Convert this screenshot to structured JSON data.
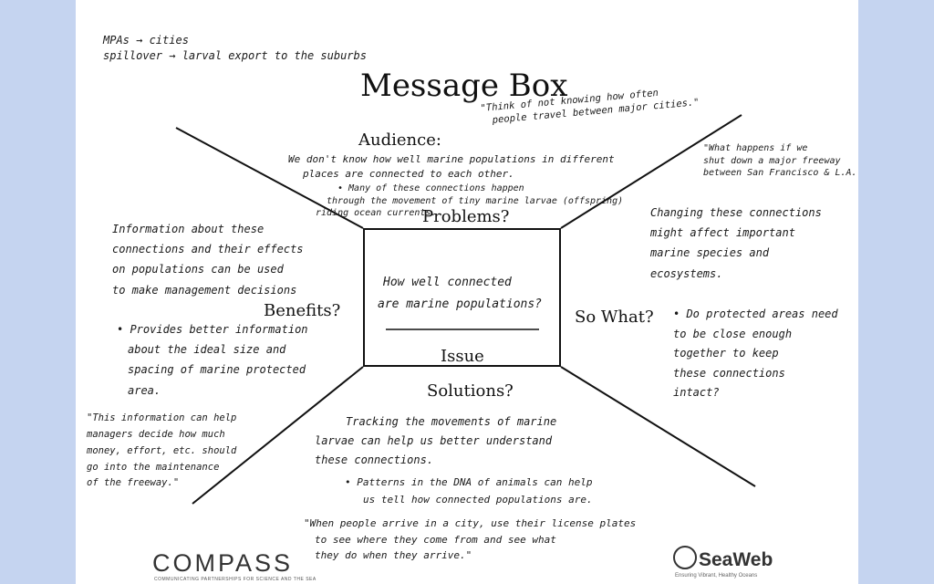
{
  "slide": {
    "title": "Message Box",
    "labels": {
      "audience": "Audience:",
      "problems": "Problems?",
      "benefits": "Benefits?",
      "so_what": "So What?",
      "issue": "Issue",
      "solutions": "Solutions?"
    },
    "notes": {
      "top_left": [
        "MPAs → cities",
        "spillover → larval export to the suburbs"
      ],
      "audience_quote": [
        "\"Think of not knowing how often",
        "people travel between major cities.\""
      ],
      "problems_main": [
        "We don't know how well marine populations in different",
        "places are connected to each other."
      ],
      "problems_bullet": [
        "• Many of these connections happen",
        "through the movement of tiny marine larvae (offspring)",
        "riding ocean                       currents."
      ],
      "so_what_quote": [
        "\"What happens if we",
        "shut down a major freeway",
        "between San Francisco & L.A.?"
      ],
      "so_what_main": [
        "Changing these connections",
        "might affect important",
        "marine species and",
        "ecosystems."
      ],
      "so_what_bullet": [
        "• Do protected areas need",
        "to be close enough",
        "together to keep",
        "these connections",
        "intact?"
      ],
      "benefits_main": [
        "Information about these",
        "connections and their effects",
        "on populations can be used",
        "to make management decisions"
      ],
      "benefits_bullet": [
        "• Provides better information",
        "about the ideal size and",
        "spacing of marine protected",
        "area."
      ],
      "benefits_quote": [
        "\"This information can help",
        "managers decide how much",
        "money, effort, etc. should",
        "go into the maintenance",
        "of the freeway.\""
      ],
      "issue_question": [
        "How well connected",
        "are marine populations?"
      ],
      "solutions_main": [
        "Tracking the movements of marine",
        "larvae can help us better understand",
        "these connections."
      ],
      "solutions_bullet": [
        "• Patterns in the DNA of animals can help",
        "us tell how connected populations are."
      ],
      "solutions_quote": [
        "\"When people arrive in a city, use their license plates",
        "to see where they come from and see what",
        "they do when they arrive.\""
      ]
    },
    "logos": {
      "compass": "COMPASS",
      "compass_tagline": "COMMUNICATING PARTNERSHIPS FOR SCIENCE AND THE SEA",
      "seaweb": "SeaWeb",
      "seaweb_tagline": "Ensuring Vibrant, Healthy Oceans"
    }
  }
}
